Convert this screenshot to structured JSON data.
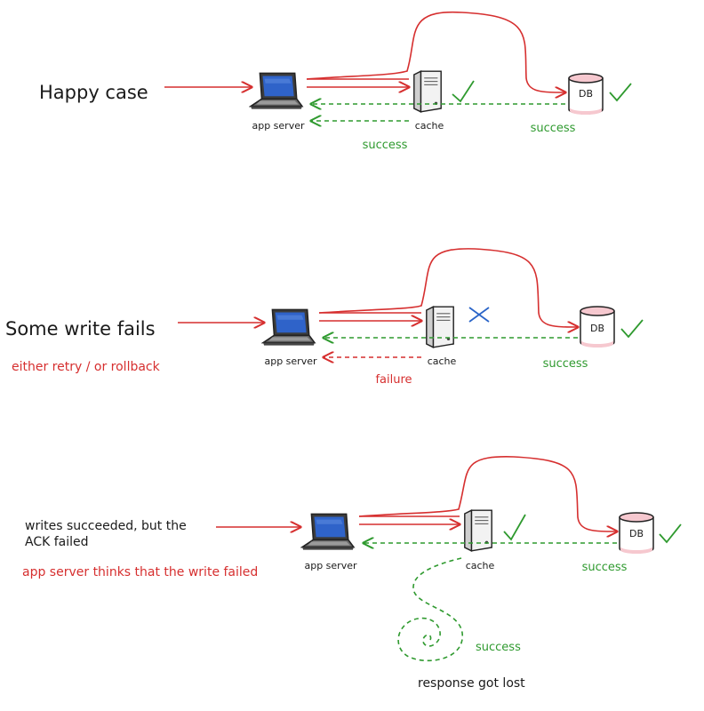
{
  "colors": {
    "red": "#d62f2f",
    "green": "#2f9a2f",
    "blue": "#2a64c8",
    "black": "#1a1a1a"
  },
  "scenarios": [
    {
      "title": "Happy case",
      "app_label": "app server",
      "cache_label": "cache",
      "db_label": "DB",
      "success_db": "success",
      "success_cache": "success"
    },
    {
      "title": "Some write fails",
      "note": "either retry / or rollback",
      "app_label": "app server",
      "cache_label": "cache",
      "db_label": "DB",
      "success_db": "success",
      "failure": "failure"
    },
    {
      "title_line1": "writes succeeded, but the",
      "title_line2": "ACK failed",
      "note": "app server thinks that the write failed",
      "app_label": "app server",
      "cache_label": "cache",
      "db_label": "DB",
      "success_db": "success",
      "success_lost": "success",
      "lost_label": "response got lost"
    }
  ]
}
